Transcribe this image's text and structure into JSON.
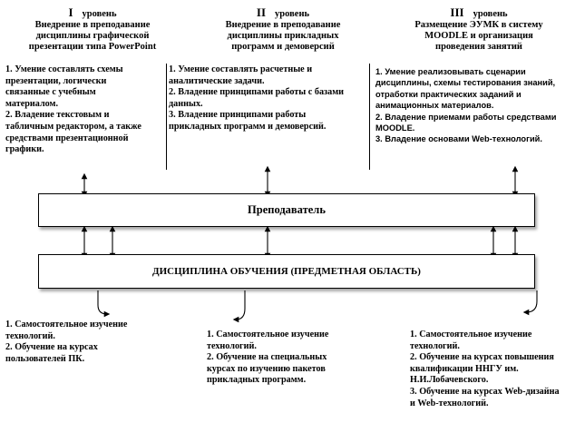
{
  "levels": [
    {
      "numeral": "I",
      "word": "уровень",
      "title": [
        "Внедрение в преподавание",
        "дисциплины графической",
        "презентации типа PowerPoint"
      ],
      "skills": [
        "1. Умение составлять схемы",
        "презентации, логически",
        "связанные с учебным",
        "материалом.",
        "2. Владение текстовым и",
        "табличным редактором, а также",
        "средствами презентационной",
        "графики."
      ]
    },
    {
      "numeral": "II",
      "word": "уровень",
      "title": [
        "Внедрение в преподавание",
        "дисциплины прикладных",
        "программ и демоверсий"
      ],
      "skills": [
        "1. Умение составлять расчетные и",
        "аналитические задачи.",
        "2. Владение принципами работы с базами",
        "данных.",
        "3. Владение принципами работы",
        "прикладных программ и демоверсий."
      ]
    },
    {
      "numeral": "III",
      "word": "уровень",
      "title": [
        "Размещение ЭУМК в систему",
        "MOODLE и организация",
        "проведения занятий"
      ],
      "skills": [
        "1.  Умение реализовывать сценарии",
        "дисциплины, схемы тестирования знаний,",
        "отработки практических заданий и",
        "анимационных материалов.",
        "2.  Владение приемами работы средствами",
        "MOODLE.",
        "3.  Владение основами Web-технологий."
      ]
    }
  ],
  "teacher_label": "Преподаватель",
  "discipline_label": "ДИСЦИПЛИНА ОБУЧЕНИЯ (ПРЕДМЕТНАЯ ОБЛАСТЬ)",
  "outcomes": [
    [
      "1. Самостоятельное изучение",
      "технологий.",
      "2. Обучение на курсах",
      "пользователей ПК."
    ],
    [
      "1. Самостоятельное изучение",
      "технологий.",
      "2. Обучение на специальных",
      "курсах по изучению пакетов",
      "прикладных программ."
    ],
    [
      "1. Самостоятельное изучение",
      "технологий.",
      "2. Обучение на курсах повышения",
      "квалификации ННГУ им.",
      "Н.И.Лобачевского.",
      "3. Обучение на курсах Web-дизайна",
      "и Web-технологий."
    ]
  ]
}
